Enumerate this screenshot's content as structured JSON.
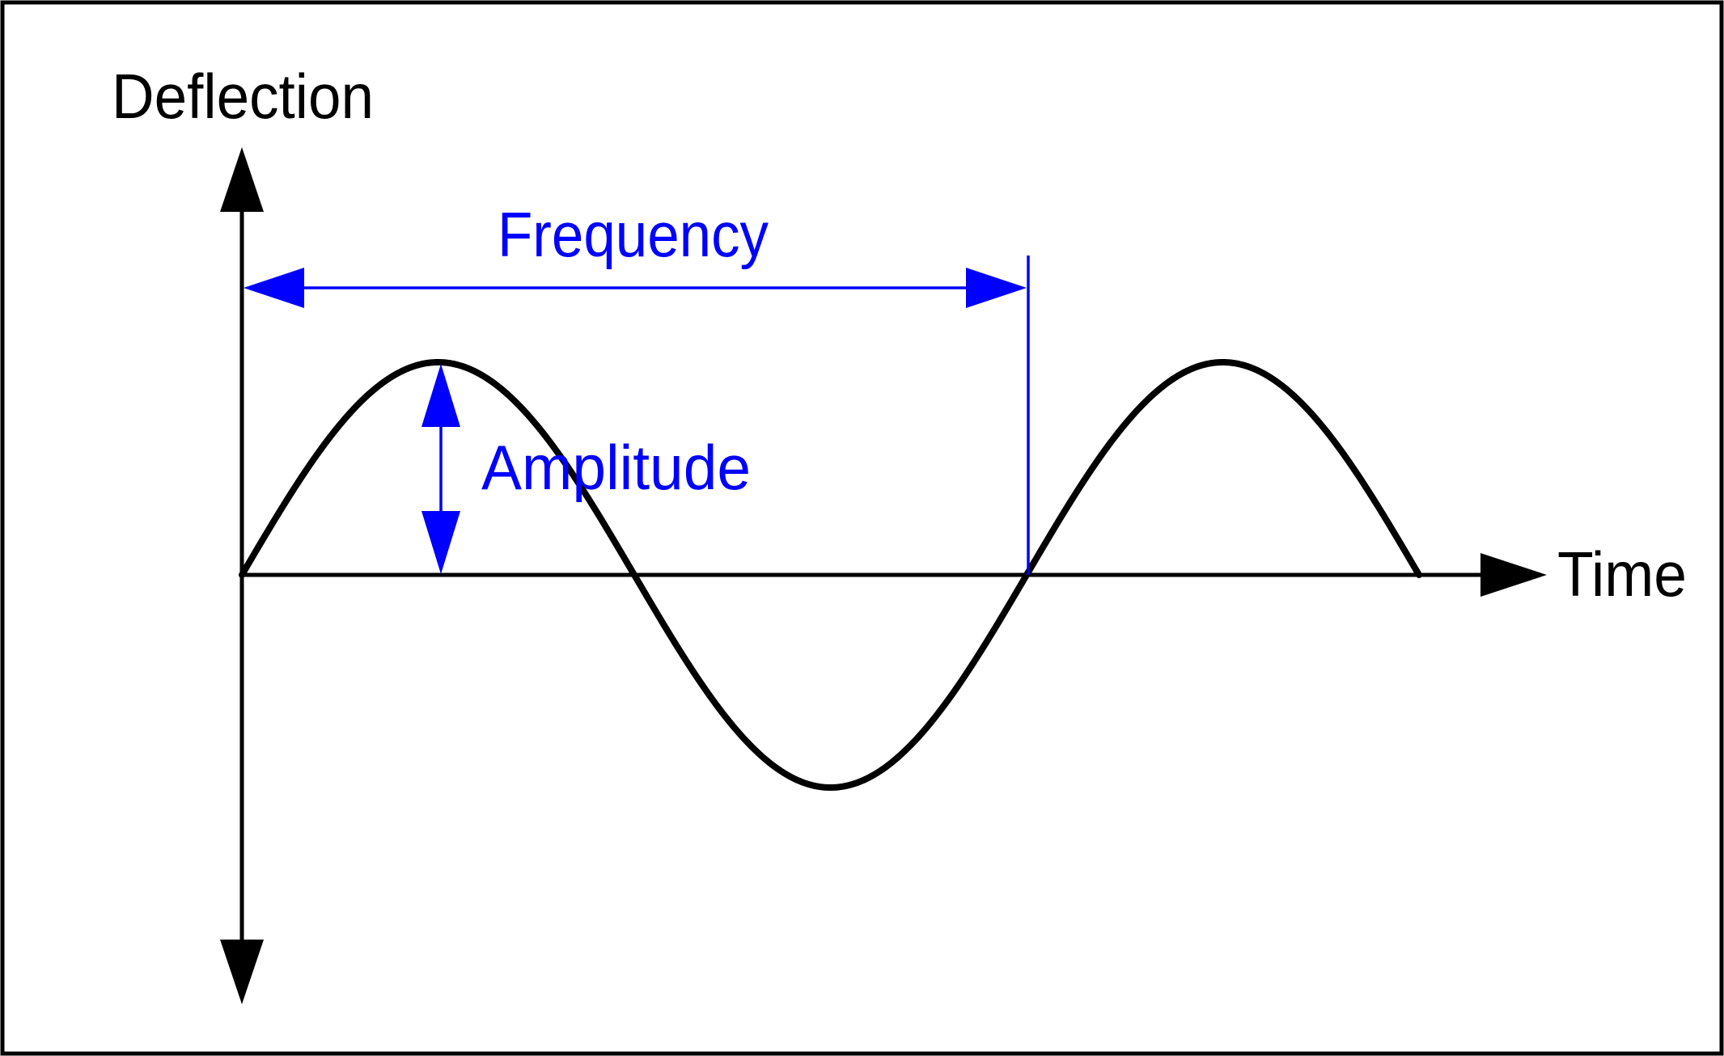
{
  "diagram": {
    "labels": {
      "y_axis": "Deflection",
      "x_axis": "Time",
      "period_annotation": "Frequency",
      "amplitude_annotation": "Amplitude"
    },
    "colors": {
      "axes": "#000000",
      "wave": "#000000",
      "annotations": "#0000ff",
      "background": "#ffffff"
    },
    "wave": {
      "shape": "sine",
      "cycles_shown": 1.5,
      "starts_at": "origin, rising"
    }
  }
}
